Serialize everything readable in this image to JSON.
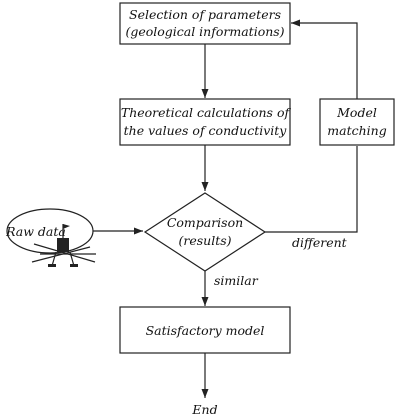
{
  "diagram": {
    "nodes": {
      "selection": {
        "line1": "Selection of parameters",
        "line2": "(geological informations)"
      },
      "theoretical": {
        "line1": "Theoretical calculations of",
        "line2": "the values of conductivity"
      },
      "model_matching": {
        "line1": "Model",
        "line2": "matching"
      },
      "raw_data": {
        "label": "Raw data"
      },
      "comparison": {
        "line1": "Comparison",
        "line2": "(results)"
      },
      "satisfactory": {
        "label": "Satisfactory model"
      },
      "end": {
        "label": "End"
      }
    },
    "edge_labels": {
      "different": "different",
      "similar": "similar"
    },
    "colors": {
      "stroke": "#222222",
      "fill": "#ffffff",
      "text": "#111111"
    }
  }
}
